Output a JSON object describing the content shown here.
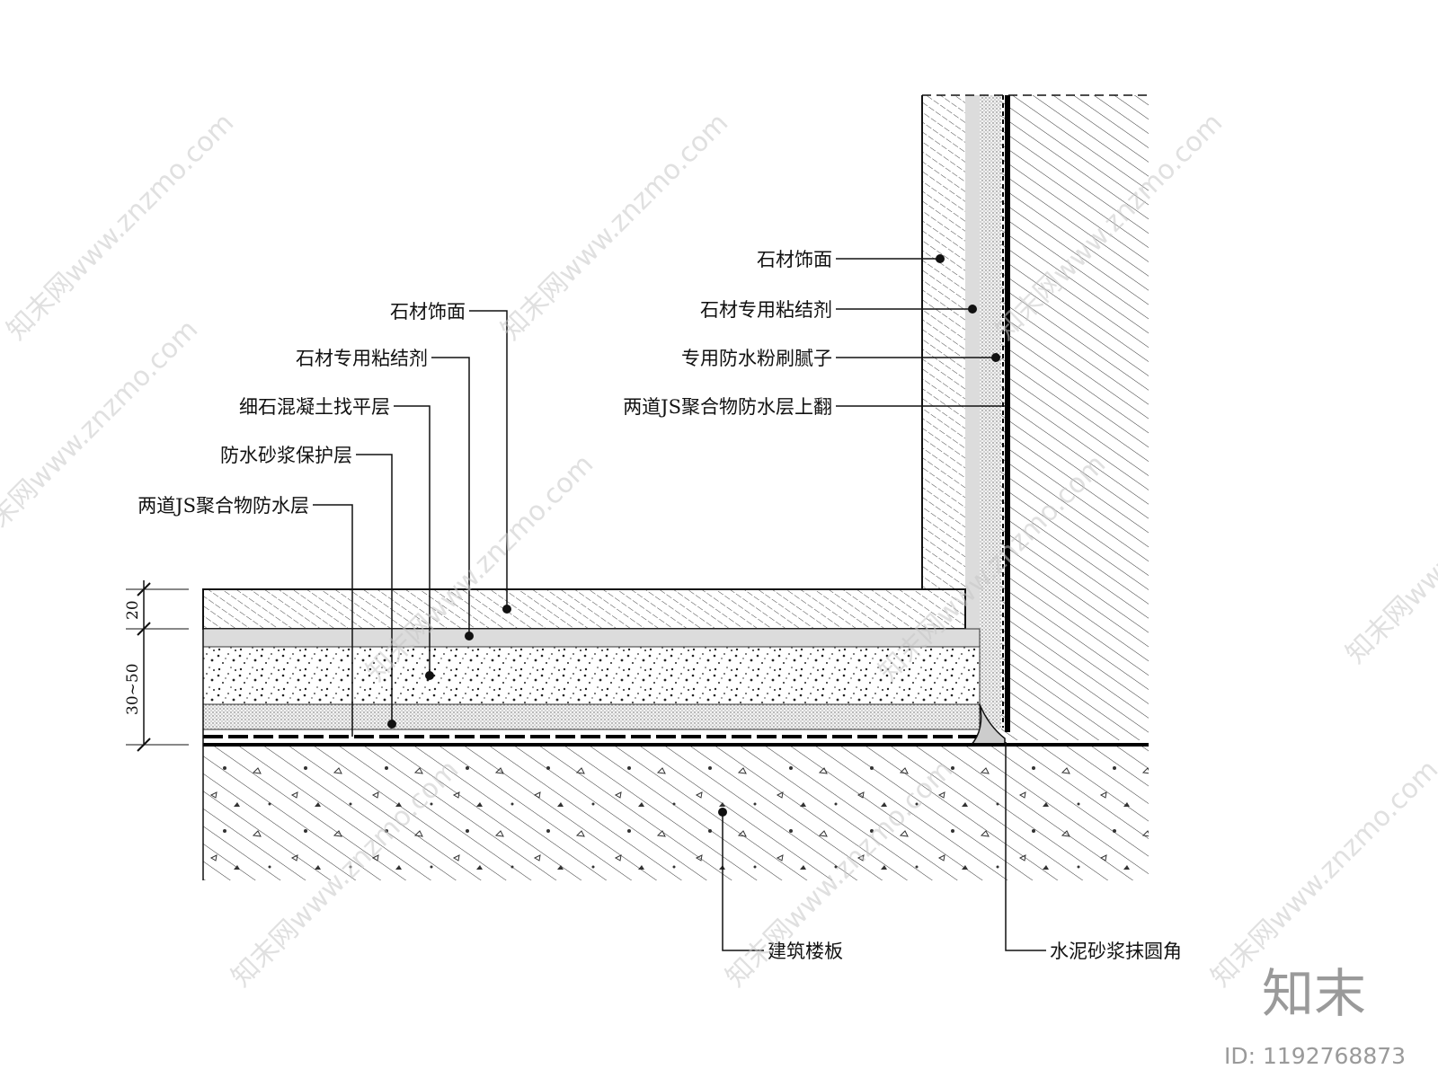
{
  "diagram": {
    "labels_floor": [
      "石材饰面",
      "石材专用粘结剂",
      "细石混凝土找平层",
      "防水砂浆保护层",
      "两道JS聚合物防水层"
    ],
    "labels_wall": [
      "石材饰面",
      "石材专用粘结剂",
      "专用防水粉刷腻子",
      "两道JS聚合物防水层上翻"
    ],
    "labels_bottom": {
      "slab": "建筑楼板",
      "fillet": "水泥砂浆抹圆角"
    },
    "dimensions": {
      "top": "20",
      "bottom": "30~50"
    }
  },
  "watermark": {
    "site": "知末网www.znzmo.com",
    "brand": "知末",
    "id": "ID: 1192768873"
  }
}
